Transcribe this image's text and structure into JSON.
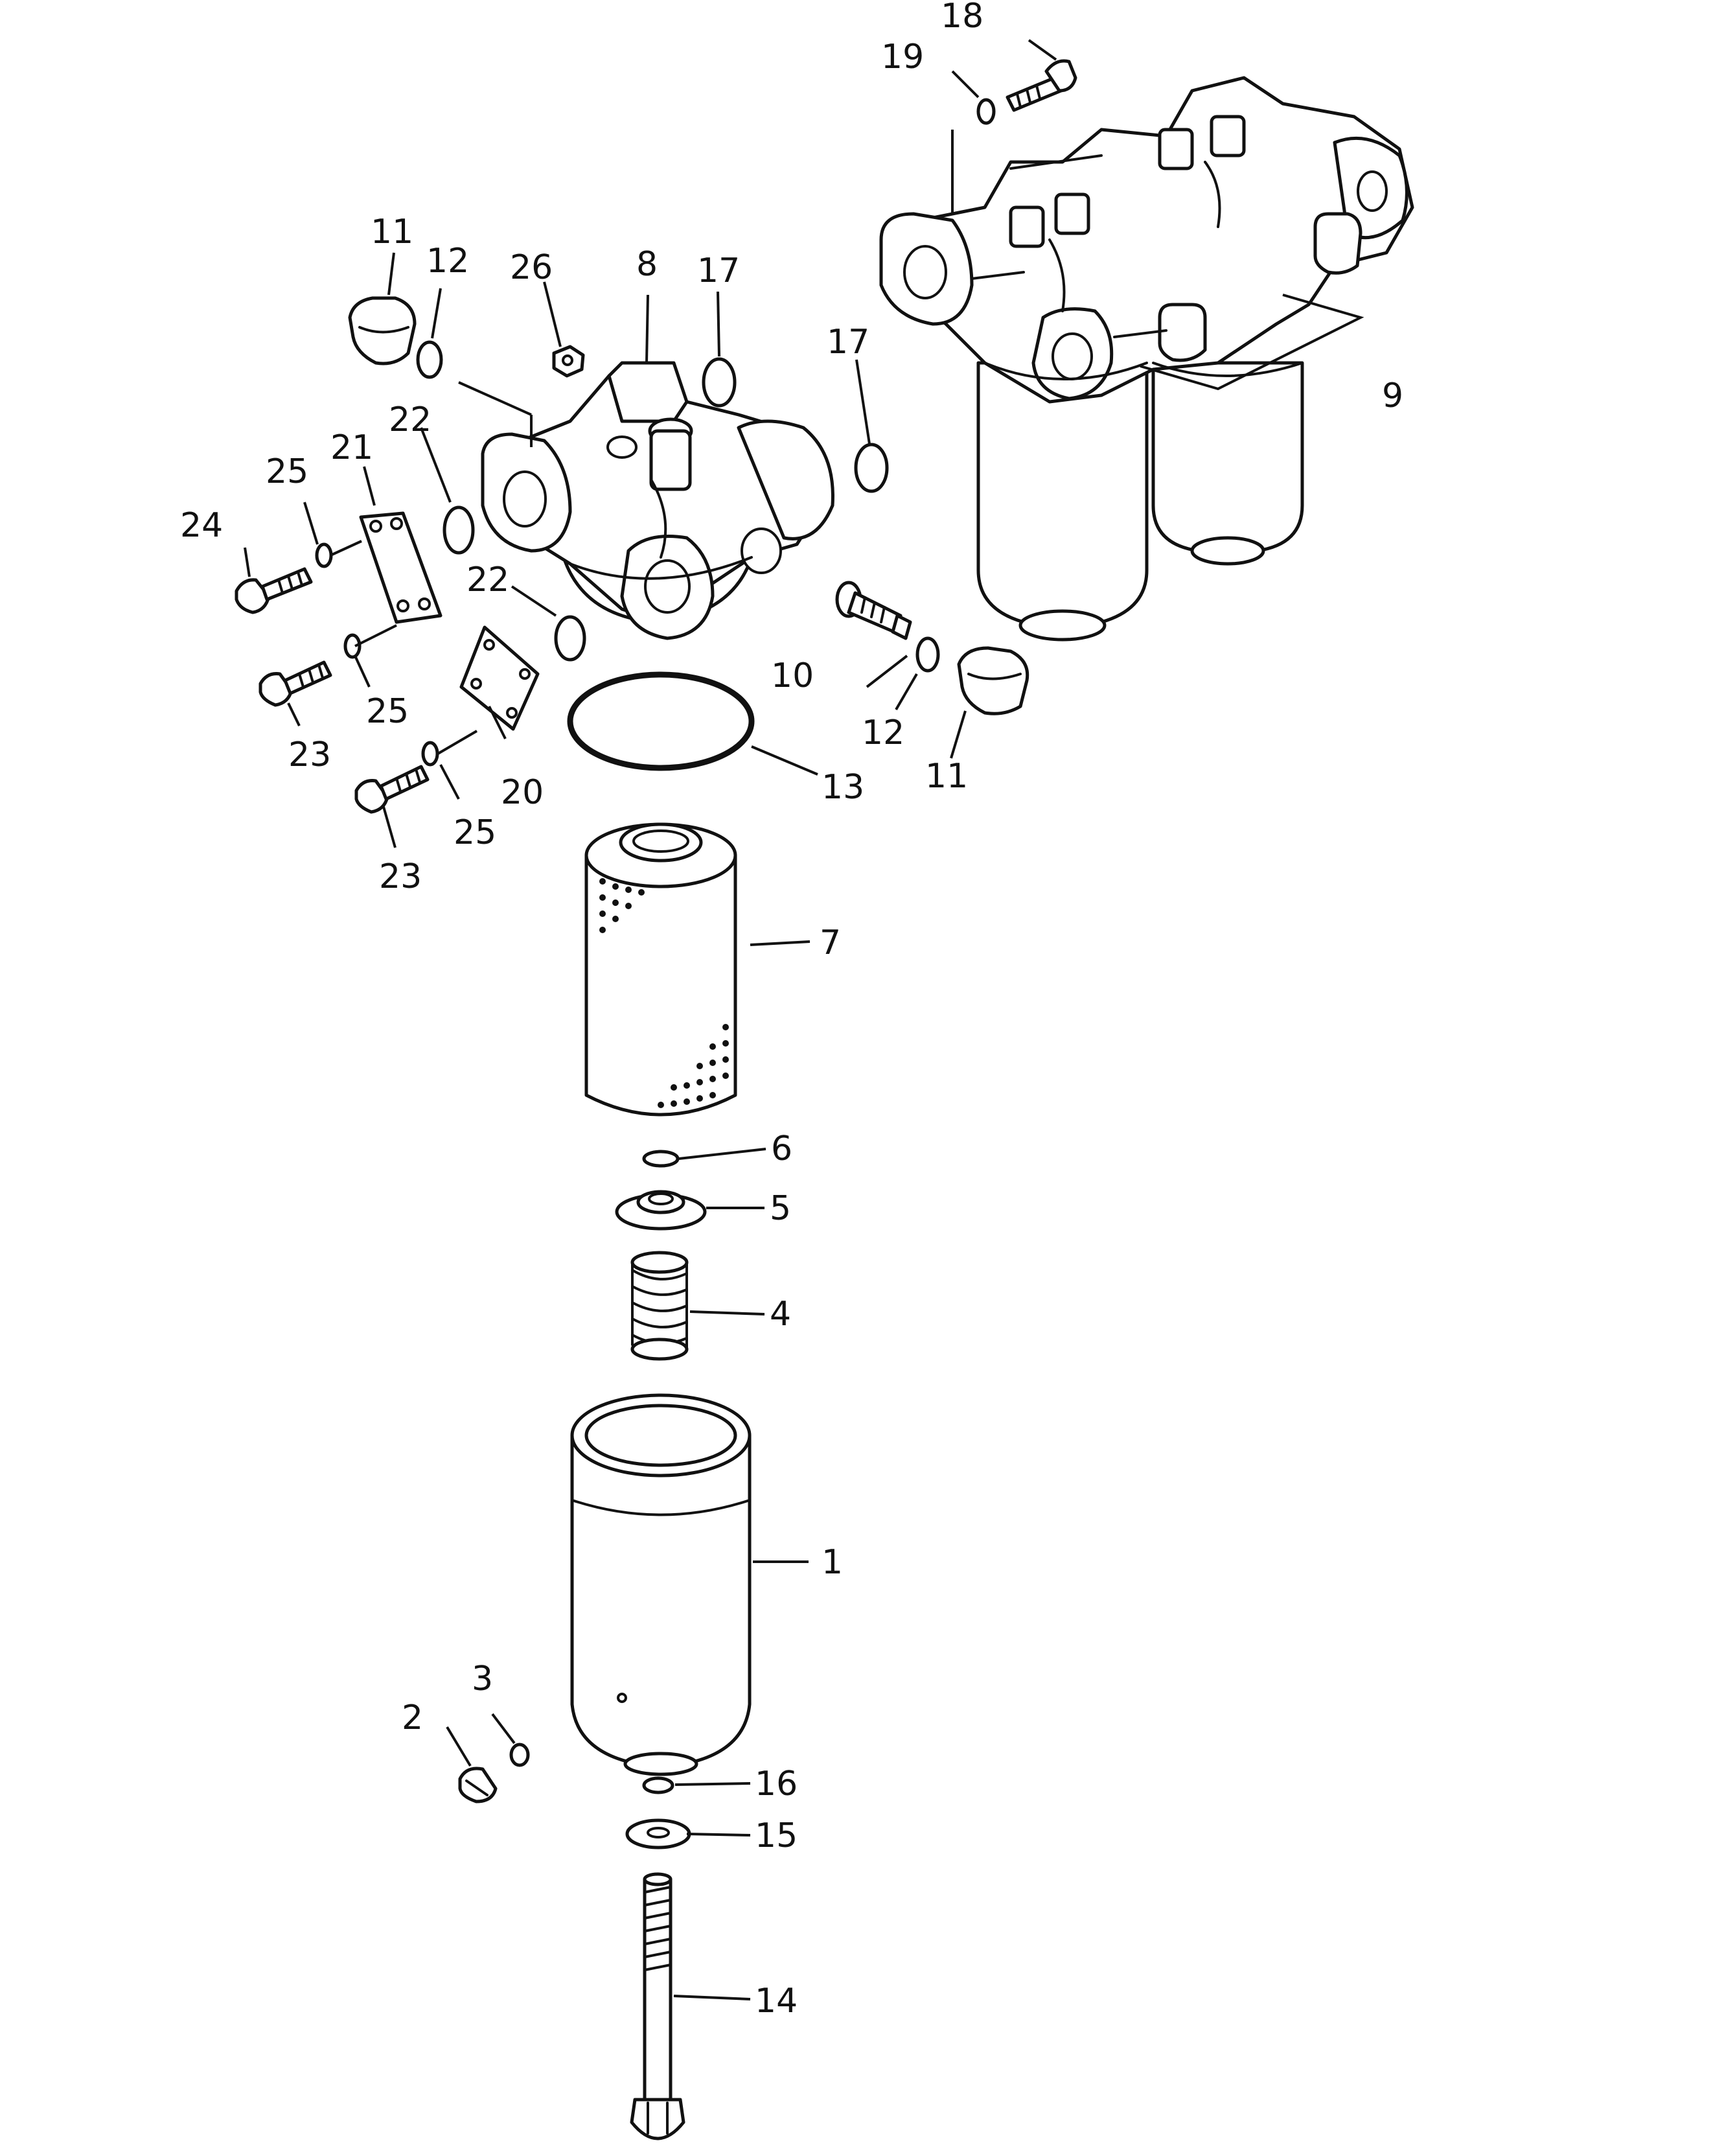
{
  "diagram": {
    "callouts": [
      {
        "id": "c1",
        "text": "1"
      },
      {
        "id": "c2",
        "text": "2"
      },
      {
        "id": "c3",
        "text": "3"
      },
      {
        "id": "c4",
        "text": "4"
      },
      {
        "id": "c5",
        "text": "5"
      },
      {
        "id": "c6",
        "text": "6"
      },
      {
        "id": "c7",
        "text": "7"
      },
      {
        "id": "c8",
        "text": "8"
      },
      {
        "id": "c9",
        "text": "9"
      },
      {
        "id": "c10",
        "text": "10"
      },
      {
        "id": "c11a",
        "text": "11"
      },
      {
        "id": "c11b",
        "text": "11"
      },
      {
        "id": "c12a",
        "text": "12"
      },
      {
        "id": "c12b",
        "text": "12"
      },
      {
        "id": "c13",
        "text": "13"
      },
      {
        "id": "c14",
        "text": "14"
      },
      {
        "id": "c15",
        "text": "15"
      },
      {
        "id": "c16",
        "text": "16"
      },
      {
        "id": "c17a",
        "text": "17"
      },
      {
        "id": "c17b",
        "text": "17"
      },
      {
        "id": "c18",
        "text": "18"
      },
      {
        "id": "c19",
        "text": "19"
      },
      {
        "id": "c20",
        "text": "20"
      },
      {
        "id": "c21",
        "text": "21"
      },
      {
        "id": "c22a",
        "text": "22"
      },
      {
        "id": "c22b",
        "text": "22"
      },
      {
        "id": "c23a",
        "text": "23"
      },
      {
        "id": "c23b",
        "text": "23"
      },
      {
        "id": "c24",
        "text": "24"
      },
      {
        "id": "c25a",
        "text": "25"
      },
      {
        "id": "c25b",
        "text": "25"
      },
      {
        "id": "c25c",
        "text": "25"
      },
      {
        "id": "c26",
        "text": "26"
      }
    ]
  }
}
